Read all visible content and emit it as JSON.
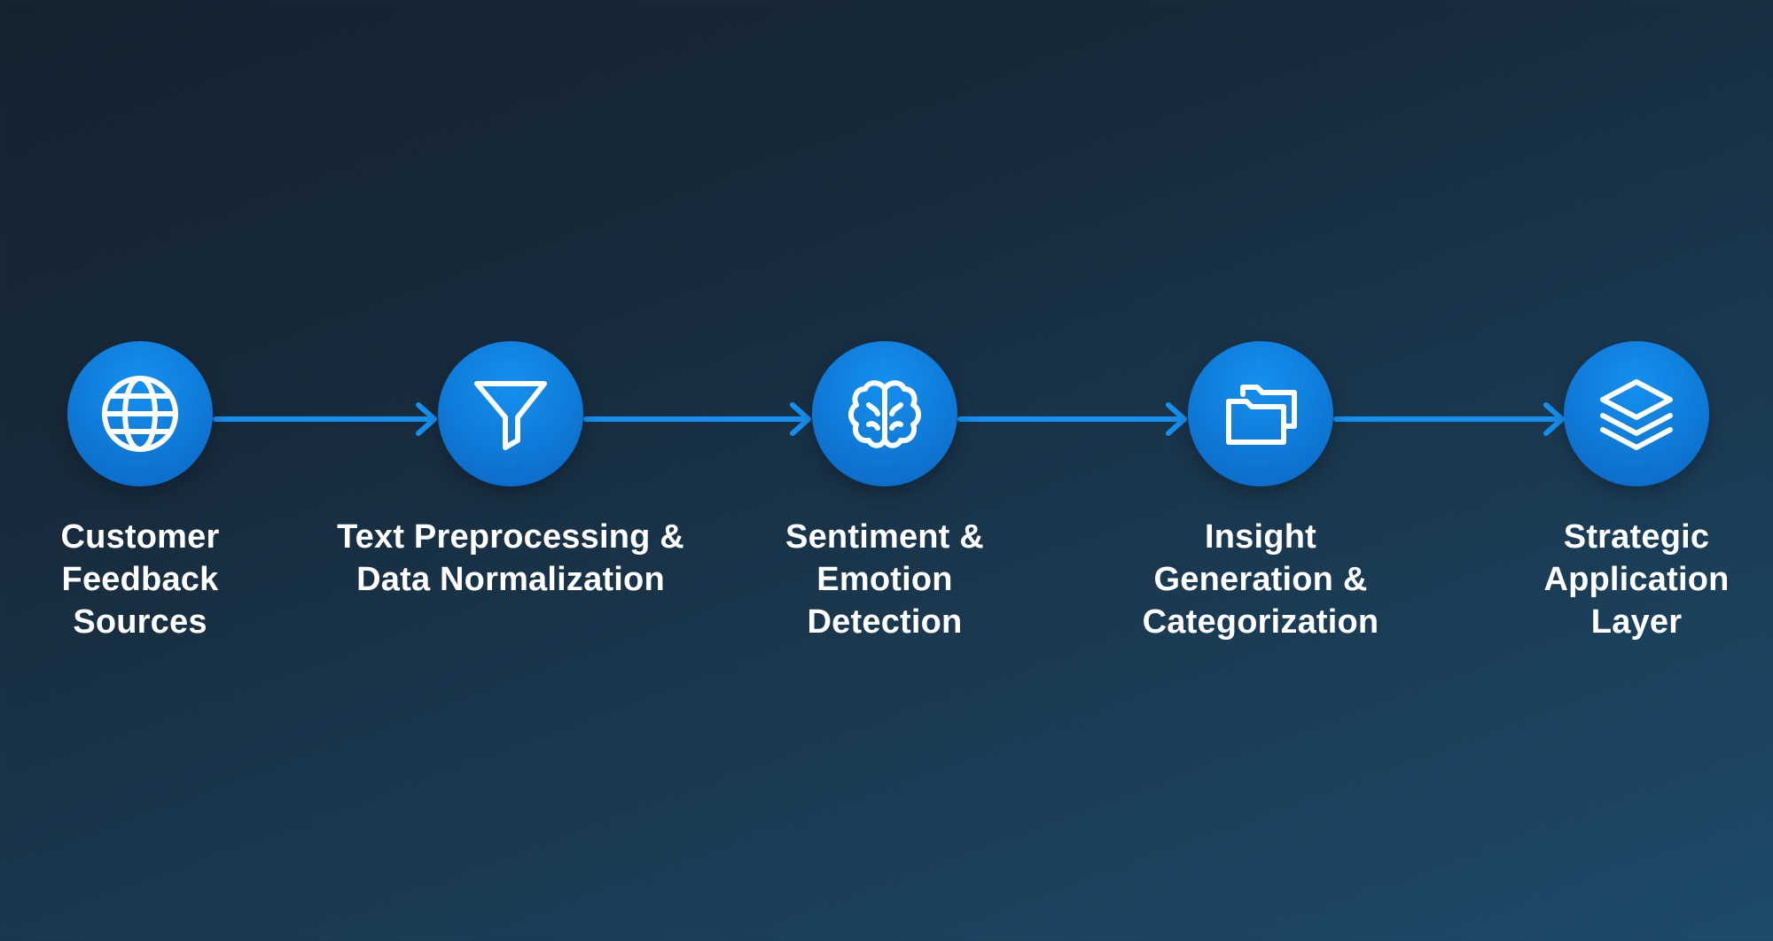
{
  "theme": {
    "accent": "#1590f0",
    "accent_dark": "#0a66c2",
    "text": "#ffffff"
  },
  "steps": [
    {
      "icon": "globe-icon",
      "label_lines": [
        "Customer",
        "Feedback",
        "Sources"
      ]
    },
    {
      "icon": "funnel-icon",
      "label_lines": [
        "Text Preprocessing &",
        "Data Normalization"
      ]
    },
    {
      "icon": "brain-icon",
      "label_lines": [
        "Sentiment &",
        "Emotion",
        "Detection"
      ]
    },
    {
      "icon": "folders-icon",
      "label_lines": [
        "Insight",
        "Generation &",
        "Categorization"
      ]
    },
    {
      "icon": "layers-icon",
      "label_lines": [
        "Strategic",
        "Application",
        "Layer"
      ]
    }
  ]
}
